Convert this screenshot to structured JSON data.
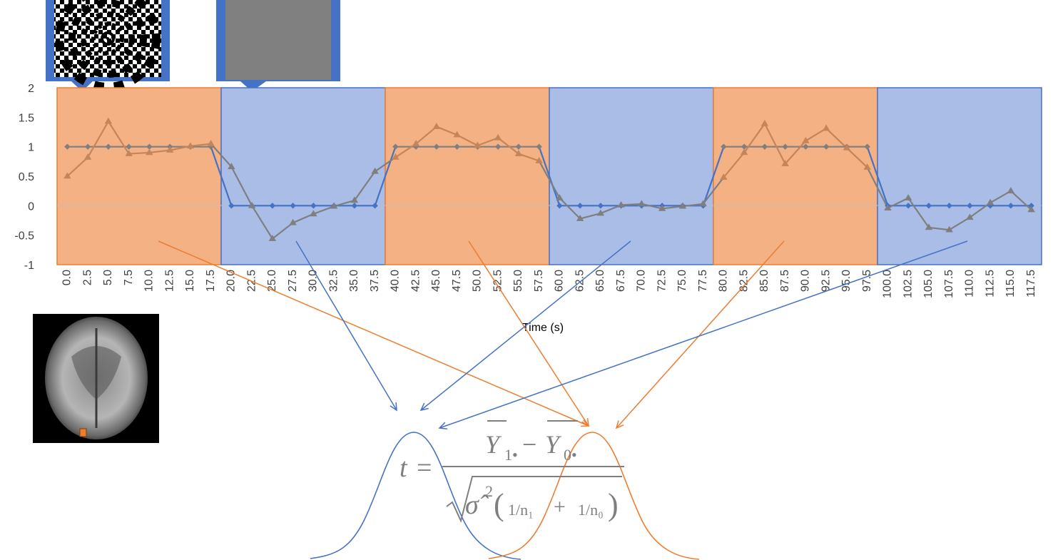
{
  "chart_data": {
    "type": "line",
    "xlabel": "Time (s)",
    "ylim": [
      -1,
      2
    ],
    "y_ticks": [
      "2",
      "1.5",
      "1",
      "0.5",
      "0",
      "-0.5",
      "-1"
    ],
    "x": [
      "0.0",
      "2.5",
      "5.0",
      "7.5",
      "10.0",
      "12.5",
      "15.0",
      "17.5",
      "20.0",
      "22.5",
      "25.0",
      "27.5",
      "30.0",
      "32.5",
      "35.0",
      "37.5",
      "40.0",
      "42.5",
      "45.0",
      "47.5",
      "50.0",
      "52.5",
      "55.0",
      "57.5",
      "60.0",
      "62.5",
      "65.0",
      "67.5",
      "70.0",
      "72.5",
      "75.0",
      "77.5",
      "80.0",
      "82.5",
      "85.0",
      "87.5",
      "90.0",
      "92.5",
      "95.0",
      "97.5",
      "100.0",
      "102.5",
      "105.0",
      "107.5",
      "110.0",
      "112.5",
      "115.0",
      "117.5"
    ],
    "series": [
      {
        "color": "#4472c4",
        "values": [
          1,
          1,
          1,
          1,
          1,
          1,
          1,
          1,
          0,
          0,
          0,
          0,
          0,
          0,
          0,
          0,
          1,
          1,
          1,
          1,
          1,
          1,
          1,
          1,
          0,
          0,
          0,
          0,
          0,
          0,
          0,
          0,
          1,
          1,
          1,
          1,
          1,
          1,
          1,
          1,
          0,
          0,
          0,
          0,
          0,
          0,
          0,
          0
        ]
      },
      {
        "color": "#a5a5a5",
        "values": [
          0.5,
          0.82,
          1.43,
          0.88,
          0.9,
          0.94,
          1.01,
          1.05,
          0.66,
          0.0,
          -0.56,
          -0.29,
          -0.14,
          -0.01,
          0.09,
          0.58,
          0.82,
          1.05,
          1.34,
          1.2,
          1.02,
          1.15,
          0.88,
          0.76,
          0.13,
          -0.22,
          -0.13,
          0.01,
          0.03,
          -0.05,
          -0.01,
          0.03,
          0.48,
          0.9,
          1.39,
          0.71,
          1.1,
          1.31,
          0.98,
          0.65,
          -0.04,
          0.13,
          -0.37,
          -0.41,
          -0.2,
          0.05,
          0.25,
          -0.07
        ]
      }
    ],
    "blocks": [
      {
        "condition": "task",
        "start": 0,
        "end": 20,
        "color": "#f4b183"
      },
      {
        "condition": "rest",
        "start": 20,
        "end": 40,
        "color": "#a9bde6"
      },
      {
        "condition": "task",
        "start": 40,
        "end": 60,
        "color": "#f4b183"
      },
      {
        "condition": "rest",
        "start": 60,
        "end": 80,
        "color": "#a9bde6"
      },
      {
        "condition": "task",
        "start": 80,
        "end": 100,
        "color": "#f4b183"
      },
      {
        "condition": "rest",
        "start": 100,
        "end": 120,
        "color": "#a9bde6"
      }
    ]
  },
  "colors": {
    "task": "#ed7d31",
    "rest": "#4472c4",
    "task_line": "#c5855a",
    "neutral_line": "#7f7f7f",
    "callout_border": "#4472c4"
  },
  "formula": {
    "t": "t",
    "equals": "=",
    "numerator": "Y̅₁• − Y̅₀•",
    "numerator_a": "Y",
    "sub_a": "1•",
    "minus": "−",
    "numerator_b": "Y",
    "sub_b": "0•",
    "sigma": "σ̂",
    "sup": "2",
    "frac1": "1/n₁",
    "plus": "+",
    "frac2": "1/n₀"
  }
}
